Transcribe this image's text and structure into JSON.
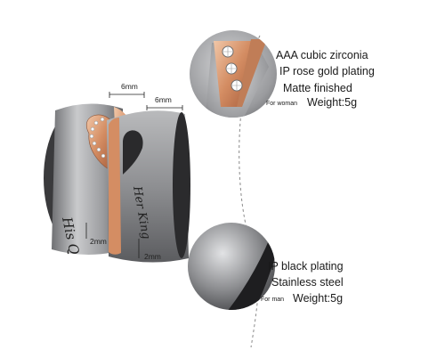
{
  "dimensions": {
    "width_top_left": "6mm",
    "width_top_right": "6mm",
    "thickness_left": "2mm",
    "thickness_right": "2mm"
  },
  "woman_ring": {
    "spec_1": "AAA cubic zirconia",
    "spec_2": "IP rose gold plating",
    "spec_3": "Matte finished",
    "for_label": "For woman",
    "weight": "Weight:5g"
  },
  "man_ring": {
    "spec_1": "IP black plating",
    "spec_2": "Stainless steel",
    "for_label": "For man",
    "weight": "Weight:5g"
  },
  "engraving": {
    "left_ring": "His Q",
    "right_ring": "Her King"
  },
  "colors": {
    "steel": "#a9a9ab",
    "rose_gold": "#d89a72",
    "black": "#2b2b2d"
  }
}
